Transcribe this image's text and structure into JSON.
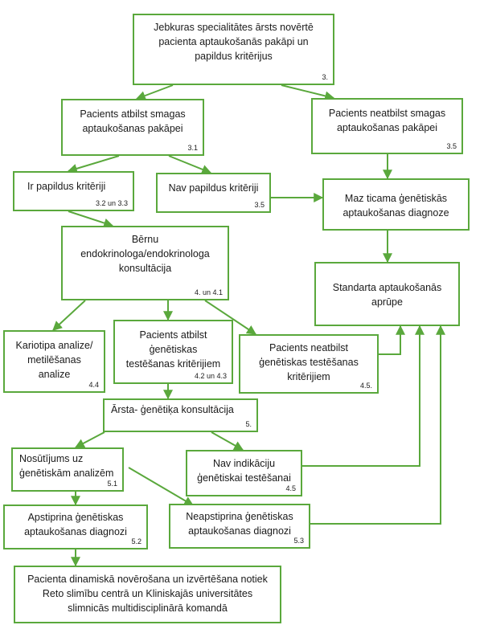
{
  "boxes": [
    {
      "id": "b1",
      "lines": [
        "Jebkuras specialitātes ārsts novērtē",
        "pacienta aptaukošanās pakāpi un",
        "papildus kritērijus"
      ],
      "ref": "3."
    },
    {
      "id": "b2",
      "lines": [
        "Pacients atbilst smagas",
        "aptaukošanas pakāpei"
      ],
      "ref": "3.1"
    },
    {
      "id": "b3",
      "lines": [
        "Pacients neatbilst smagas",
        "aptaukošanas pakāpei"
      ],
      "ref": "3.5"
    },
    {
      "id": "b4",
      "lines": [
        "Ir papildus kritēriji"
      ],
      "ref": "3.2 un 3.3"
    },
    {
      "id": "b5",
      "lines": [
        "Nav papildus kritēriji"
      ],
      "ref": "3.5"
    },
    {
      "id": "b6",
      "lines": [
        "Maz ticama ģenētiskās",
        "aptaukošanas diagnoze"
      ],
      "ref": ""
    },
    {
      "id": "b7",
      "lines": [
        "Bērnu",
        "endokrinologa/endokrinologa",
        "konsultācija"
      ],
      "ref": "4. un 4.1"
    },
    {
      "id": "b8",
      "lines": [
        "Standarta aptaukošanās",
        "aprūpe"
      ],
      "ref": ""
    },
    {
      "id": "b9",
      "lines": [
        "Kariotipa analize/",
        "metilēšanas",
        "analize"
      ],
      "ref": "4.4"
    },
    {
      "id": "b10",
      "lines": [
        "Pacients atbilst",
        "ģenētiskas",
        "testēšanas kritērijiem"
      ],
      "ref": "4.2 un 4.3"
    },
    {
      "id": "b11",
      "lines": [
        "Pacients neatbilst",
        "ģenētiskas testēšanas",
        "kritērijiem"
      ],
      "ref": "4.5."
    },
    {
      "id": "b12",
      "lines": [
        "Ārsta- ģenētiķa konsultācija"
      ],
      "ref": "5."
    },
    {
      "id": "b13",
      "lines": [
        "Nosūtījums uz",
        "ģenētiskām analizēm"
      ],
      "ref": "5.1"
    },
    {
      "id": "b14",
      "lines": [
        "Nav indikāciju",
        "ģenētiskai testēšanai"
      ],
      "ref": "4.5"
    },
    {
      "id": "b15",
      "lines": [
        "Apstiprina ģenētiskas",
        "aptaukošanas diagnozi"
      ],
      "ref": "5.2"
    },
    {
      "id": "b16",
      "lines": [
        "Neapstiprina ģenētiskas",
        "aptaukošanas diagnozi"
      ],
      "ref": "5.3"
    },
    {
      "id": "b17",
      "lines": [
        "Pacienta dinamiskā novērošana un izvērtēšana notiek",
        "Reto slimību centrā un Kliniskajās universitātes",
        "slimnicās multidisciplinārā komandā"
      ],
      "ref": ""
    }
  ],
  "colors": {
    "border": "#5aa83c",
    "arrow": "#5aa83c"
  }
}
